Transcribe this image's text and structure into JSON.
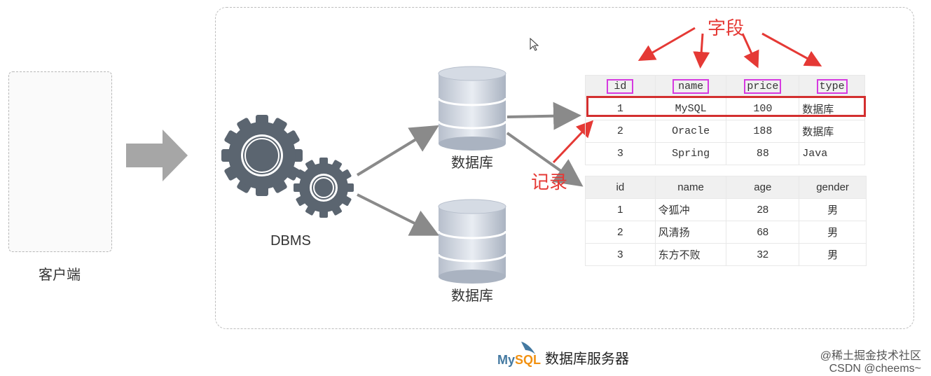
{
  "client": {
    "label": "客户端"
  },
  "server": {
    "dbms_label": "DBMS",
    "footer_title": "数据库服务器",
    "logo_text": "MySQL"
  },
  "databases": [
    {
      "label": "数据库"
    },
    {
      "label": "数据库"
    }
  ],
  "annotations": {
    "field": "字段",
    "record": "记录"
  },
  "table1": {
    "headers": [
      "id",
      "name",
      "price",
      "type"
    ],
    "rows": [
      [
        "1",
        "MySQL",
        "100",
        "数据库"
      ],
      [
        "2",
        "Oracle",
        "188",
        "数据库"
      ],
      [
        "3",
        "Spring",
        "88",
        "Java"
      ]
    ]
  },
  "table2": {
    "headers": [
      "id",
      "name",
      "age",
      "gender"
    ],
    "rows": [
      [
        "1",
        "令狐冲",
        "28",
        "男"
      ],
      [
        "2",
        "风清扬",
        "68",
        "男"
      ],
      [
        "3",
        "东方不败",
        "32",
        "男"
      ]
    ]
  },
  "watermark": {
    "line1": "@稀土掘金技术社区",
    "line2": "CSDN @cheems~"
  },
  "colors": {
    "annotation": "#e53935",
    "field_box": "#d63ae0",
    "gear": "#5b6570",
    "arrow": "#8a8a8a"
  }
}
